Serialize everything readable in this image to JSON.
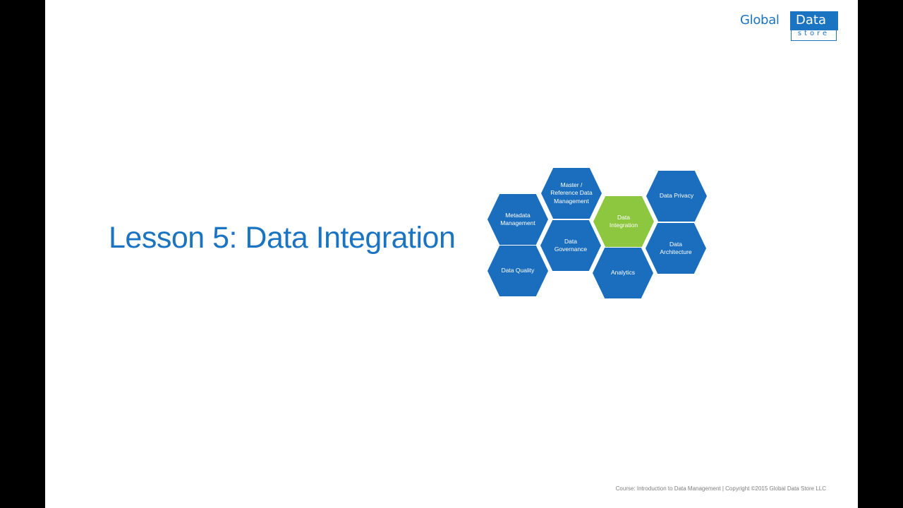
{
  "logo": {
    "word1": "Global",
    "word2": "Data",
    "word3": "store"
  },
  "slide": {
    "title": "Lesson 5: Data Integration"
  },
  "hexagons": [
    {
      "label": "Master /\nReference Data\nManagement"
    },
    {
      "label": "Metadata\nManagement"
    },
    {
      "label": "Data\nGovernance"
    },
    {
      "label": "Data\nIntegration"
    },
    {
      "label": "Data Privacy"
    },
    {
      "label": "Data Quality"
    },
    {
      "label": "Analytics"
    },
    {
      "label": "Data\nArchitecture"
    }
  ],
  "colors": {
    "brand_blue": "#1b74c1",
    "hex_blue": "#1b6ebe",
    "hex_highlight": "#8dc63f"
  },
  "footer": {
    "text": "Course: Introduction to Data Management | Copyright ©2015 Global Data Store LLC"
  }
}
